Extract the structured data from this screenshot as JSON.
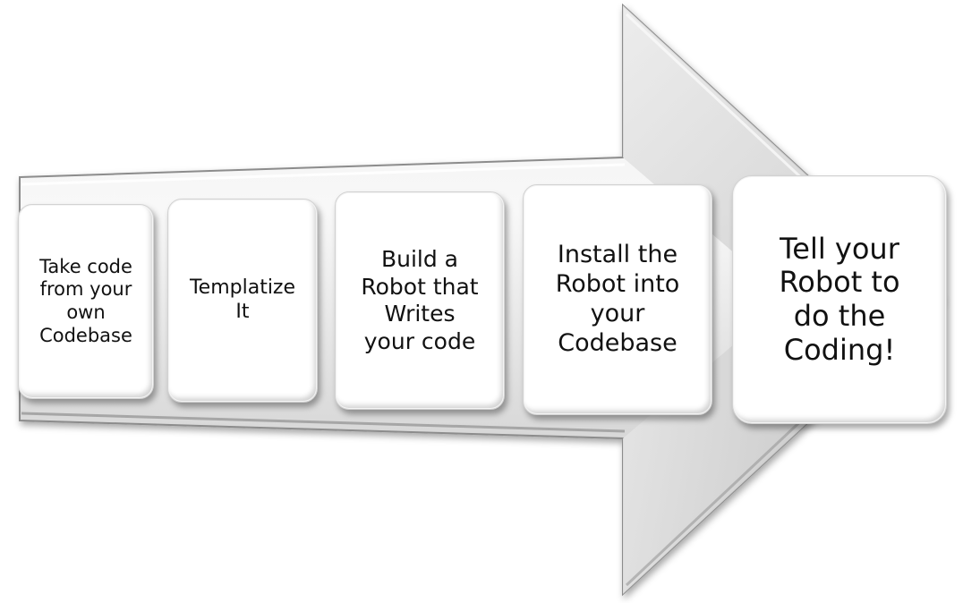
{
  "colors": {
    "arrow_light": "#f6f6f6",
    "arrow_mid": "#d4d4d4",
    "arrow_dark": "#a9a9a9",
    "box_fill": "#ffffff",
    "text": "#111111"
  },
  "steps": [
    {
      "label": "Take code\nfrom your\nown\nCodebase"
    },
    {
      "label": "Templatize\nIt"
    },
    {
      "label": "Build a\nRobot that\nWrites\nyour code"
    },
    {
      "label": "Install the\nRobot into\nyour\nCodebase"
    },
    {
      "label": "Tell your\nRobot to\ndo the\nCoding!"
    }
  ]
}
